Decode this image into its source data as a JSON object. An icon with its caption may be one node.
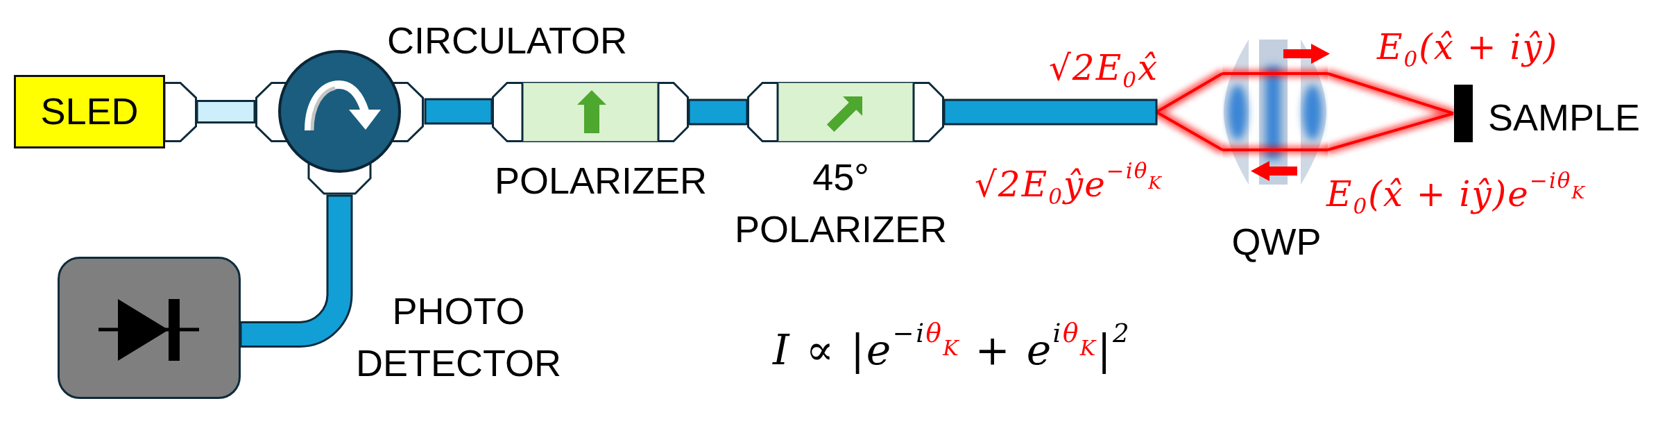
{
  "diagram": {
    "nodes": [
      {
        "text": [
          "SLED"
        ]
      },
      {
        "text": [],
        "shape": "circle",
        "beside": [
          "CIRCULATOR"
        ]
      },
      {
        "text": [],
        "shape": "box",
        "beside": [
          "POLARIZER"
        ]
      },
      {
        "text": [],
        "shape": "box",
        "beside": [
          "45° POLARIZER"
        ]
      },
      {
        "text": [],
        "shape": "picture",
        "beside": [
          "QWP"
        ]
      },
      {
        "text": [],
        "shape": "bar",
        "beside": [
          "SAMPLE"
        ]
      },
      {
        "text": [],
        "shape": "box",
        "beside": [
          "PHOTO DETECTOR"
        ]
      }
    ],
    "edges": [
      {
        "from": 0,
        "to": 1,
        "arrow": "none",
        "color": "#cdeefb"
      },
      {
        "from": 1,
        "to": 2,
        "arrow": "none"
      },
      {
        "from": 2,
        "to": 3,
        "arrow": "none"
      },
      {
        "from": 3,
        "to": 4,
        "arrow": "none"
      },
      {
        "from": 4,
        "to": 5,
        "arrow": "none",
        "color": "#ff0000"
      },
      {
        "from": 1,
        "to": 6,
        "arrow": "none"
      }
    ],
    "labels": [
      "√2E$_{0}$x̂",
      "E$_{0}$(x̂ + iŷ)",
      "√2E$_{0}$ŷe$^{−iθ}$$_{K}$",
      "E$_{0}$(x̂ + iŷ)e$^{−iθ}$$_{K}$",
      "I ∝ |e$^{−i}$$^{θ}$$_{K}$ + e$^{i}$$^{θ}$$_{K}$|$^{2}$"
    ]
  }
}
